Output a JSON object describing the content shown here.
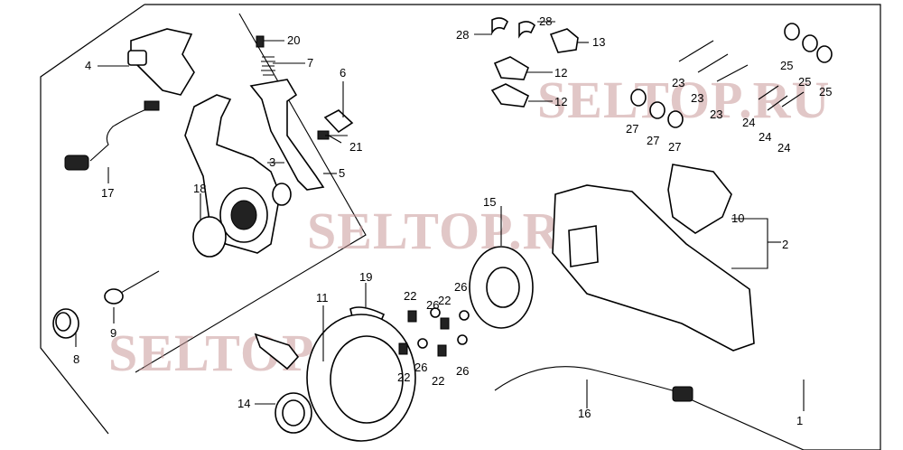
{
  "diagram": {
    "watermark": "SELTOP.RU",
    "callouts": {
      "c1": "1",
      "c2": "2",
      "c3": "3",
      "c4": "4",
      "c5": "5",
      "c6": "6",
      "c7": "7",
      "c8": "8",
      "c9": "9",
      "c10": "10",
      "c11": "11",
      "c12a": "12",
      "c12b": "12",
      "c13": "13",
      "c14": "14",
      "c15": "15",
      "c16": "16",
      "c17": "17",
      "c18": "18",
      "c19": "19",
      "c20": "20",
      "c21": "21",
      "c22a": "22",
      "c22b": "22",
      "c22c": "22",
      "c22d": "22",
      "c23a": "23",
      "c23b": "23",
      "c23c": "23",
      "c24a": "24",
      "c24b": "24",
      "c24c": "24",
      "c25a": "25",
      "c25b": "25",
      "c25c": "25",
      "c26a": "26",
      "c26b": "26",
      "c26c": "26",
      "c26d": "26",
      "c27a": "27",
      "c27b": "27",
      "c27c": "27",
      "c28a": "28",
      "c28b": "28"
    }
  }
}
